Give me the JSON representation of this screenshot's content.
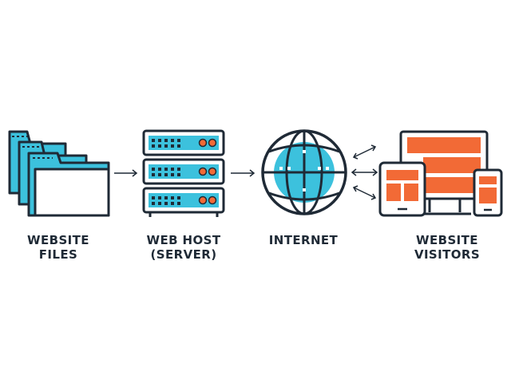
{
  "colors": {
    "stroke": "#1f2a36",
    "accent_blue": "#3cc1dd",
    "accent_orange": "#f26a36",
    "fill_white": "#ffffff"
  },
  "icons": [
    {
      "id": "website-files",
      "name": "folders-icon"
    },
    {
      "id": "web-host",
      "name": "server-stack-icon"
    },
    {
      "id": "internet",
      "name": "globe-icon"
    },
    {
      "id": "visitors",
      "name": "devices-icon"
    }
  ],
  "labels": {
    "website_files": "WEBSITE\nFILES",
    "web_host": "WEB HOST\n(SERVER)",
    "internet": "INTERNET",
    "website_visitors": "WEBSITE\nVISITORS"
  }
}
